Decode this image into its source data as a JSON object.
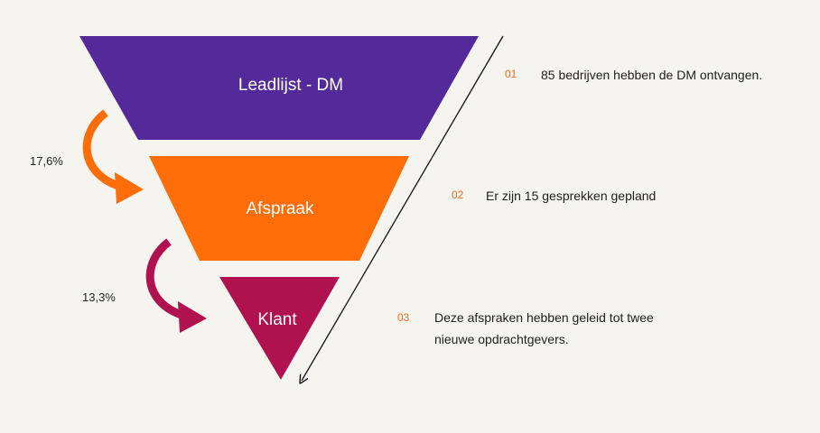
{
  "colors": {
    "background": "#f6f4ef",
    "stage1": "#542a9b",
    "stage2": "#ff6d08",
    "stage3": "#b0124f",
    "number": "#f26c1e"
  },
  "funnel": {
    "stages": [
      {
        "label": "Leadlijst - DM"
      },
      {
        "label": "Afspraak"
      },
      {
        "label": "Klant"
      }
    ],
    "conversions": [
      {
        "value": "17,6%"
      },
      {
        "value": "13,3%"
      }
    ]
  },
  "steps": [
    {
      "number": "01",
      "text": "85 bedrijven hebben de DM ontvangen."
    },
    {
      "number": "02",
      "text": "Er zijn 15 gesprekken gepland"
    },
    {
      "number": "03",
      "text": "Deze afspraken hebben geleid tot twee nieuwe opdrachtgevers."
    }
  ]
}
